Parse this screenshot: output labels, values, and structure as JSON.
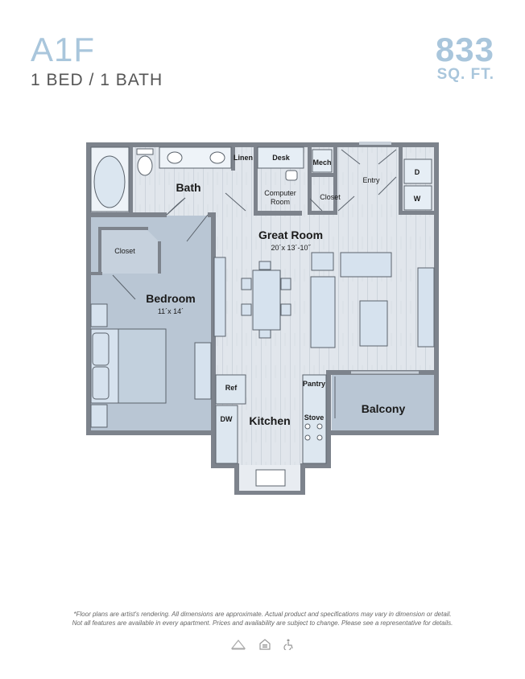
{
  "header": {
    "plan_name": "A1F",
    "plan_type": "1 BED / 1 BATH",
    "sqft_value": "833",
    "sqft_unit": "SQ. FT."
  },
  "rooms": {
    "bath": "Bath",
    "linen": "Linen",
    "desk": "Desk",
    "mech": "Mech",
    "computer_room_line1": "Computer",
    "computer_room_line2": "Room",
    "closet_hall": "Closet",
    "entry": "Entry",
    "dryer": "D",
    "washer": "W",
    "closet_bedroom": "Closet",
    "great_room": "Great Room",
    "great_room_dims": "20´x 13´-10˝",
    "bedroom": "Bedroom",
    "bedroom_dims": "11´x 14´",
    "ref": "Ref",
    "dw": "DW",
    "kitchen": "Kitchen",
    "pantry": "Pantry",
    "stove": "Stove",
    "balcony": "Balcony"
  },
  "footer": {
    "disclaimer_line1": "*Floor plans are artist's rendering. All dimensions are approximate. Actual product and specifications may vary in dimension or detail.",
    "disclaimer_line2": "Not all features are available in every apartment. Prices and availability are subject to change. Please see a representative for details.",
    "logos": [
      "property-logo",
      "equal-housing-icon",
      "accessibility-icon"
    ]
  },
  "colors": {
    "accent": "#a9c6dc",
    "wall": "#7d838c",
    "floor": "#dfe4ea",
    "bedroom_floor": "#b9c6d4",
    "fixture": "#e6eef5"
  }
}
